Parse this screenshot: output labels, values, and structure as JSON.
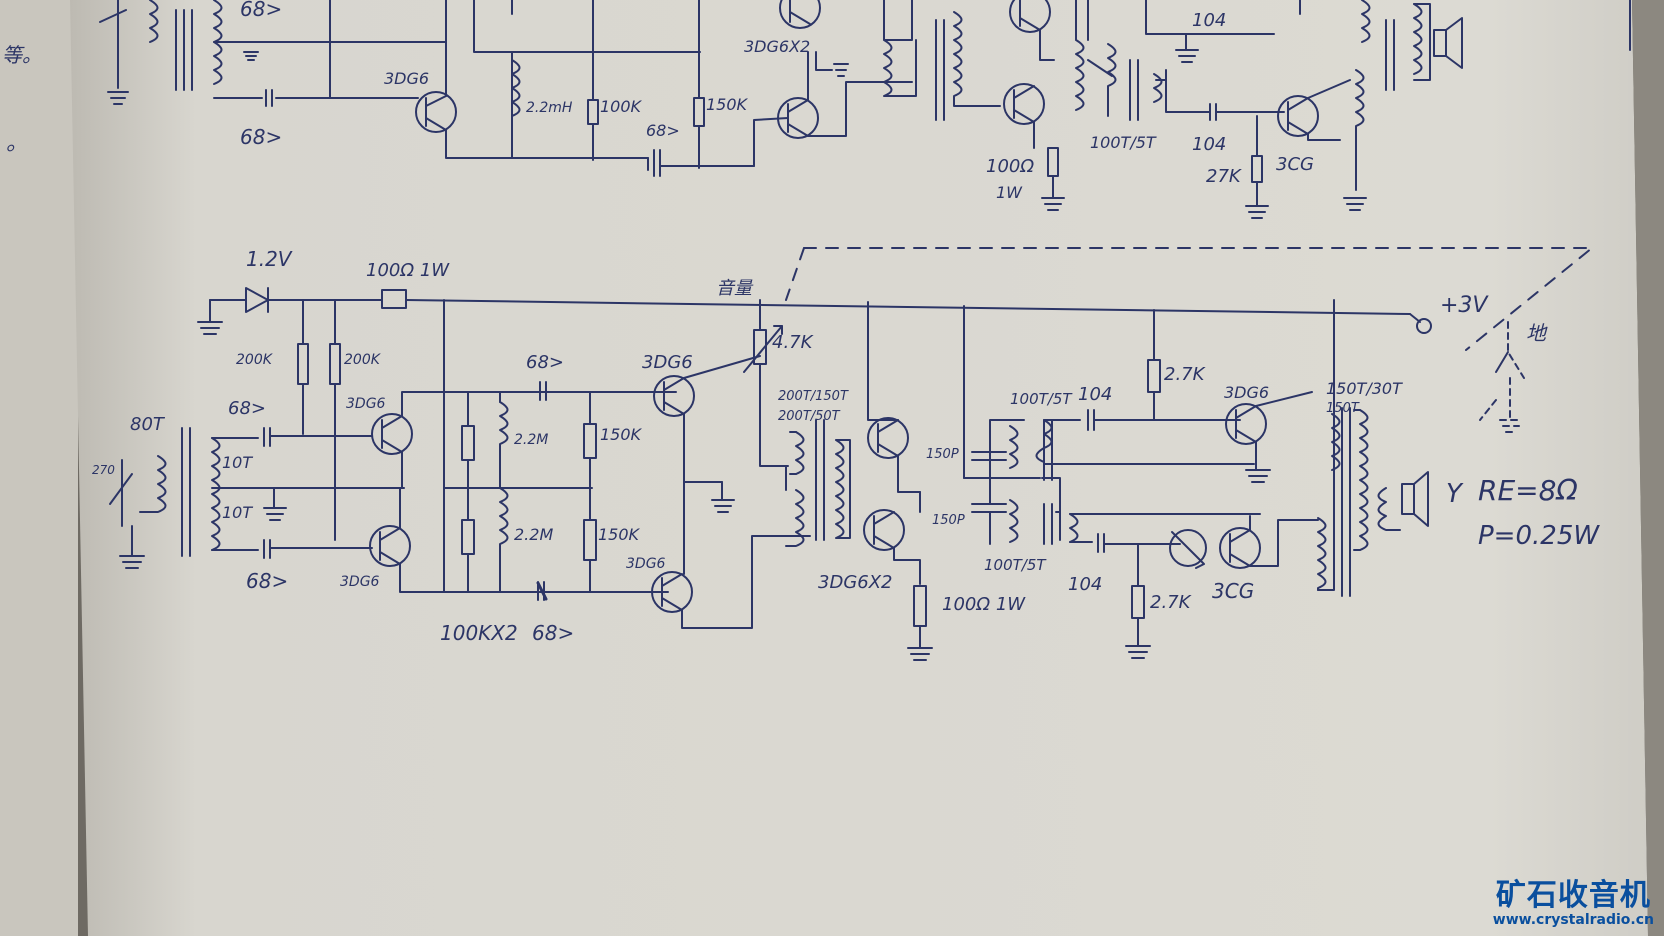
{
  "upper_circuit": {
    "labels": {
      "cap_68_top_left": "68>",
      "cap_68_bottom_left": "68>",
      "transistor_3dg6": "3DG6",
      "inductor_2_2mh": "2.2mH",
      "resistor_100k": "100K",
      "resistor_150k": "150K",
      "cap_68_mid": "68>",
      "transistor_3dg6x2": "3DG6X2",
      "transformer_100t_5t": "100T/5T",
      "cap_104_top": "104",
      "cap_104_mid": "104",
      "resistor_100ohm": "100Ω",
      "power_1w": "1W",
      "resistor_27k": "27K",
      "transistor_3cg": "3CG"
    }
  },
  "lower_circuit": {
    "labels": {
      "battery_1_2v": "1.2V",
      "resistor_100ohm_1w": "100Ω 1W",
      "volume_label": "音量",
      "pot_4_7k": "4.7K",
      "supply_3v": "+3V",
      "switch_label": "地",
      "resistor_200k_a": "200K",
      "resistor_200k_b": "200K",
      "antenna_80t": "80T",
      "cap_68_a": "68>",
      "cap_68_b": "68>",
      "cap_68_c": "68>",
      "cap_68_d": "68>",
      "turns_10t_a": "10T",
      "turns_10t_b": "10T",
      "trimmer_270": "270",
      "transistor_3dg6_a": "3DG6",
      "transistor_3dg6_b": "3DG6",
      "transistor_3dg6_c": "3DG6",
      "transistor_3dg6_d": "3DG6",
      "transistor_3dg6_e": "3DG6",
      "inductor_2_2m_a": "2.2M",
      "inductor_2_2m_b": "2.2M",
      "resistor_150k_a": "150K",
      "resistor_150k_b": "150K",
      "resistors_100kx2": "100KX2",
      "transformer_200t_150t": "200T/150T",
      "transformer_200t_50t": "200T/50T",
      "transistor_3dg6x2": "3DG6X2",
      "cap_150p_a": "150P",
      "cap_150p_b": "150P",
      "resistor_100ohm_1w_b": "100Ω 1W",
      "transformer_100t_5t_a": "100T/5T",
      "transformer_100t_5t_b": "100T/5T",
      "cap_104_a": "104",
      "cap_104_b": "104",
      "resistor_27k_a": "2.7K",
      "resistor_27k_b": "2.7K",
      "transistor_3cg": "3CG",
      "output_transformer": "150T/30T",
      "output_transformer_b": "150T",
      "speaker_re": "RE=8Ω",
      "speaker_power": "P=0.25W",
      "speaker_symbol": "Y"
    }
  },
  "margin_marks": {
    "left_top": "等。",
    "left_mid": "。"
  },
  "watermark": {
    "title": "矿石收音机",
    "url": "www.crystalradio.cn"
  },
  "colors": {
    "ink": "#2c3566",
    "paper": "#dcdad3",
    "watermark": "#0a4f9e"
  }
}
